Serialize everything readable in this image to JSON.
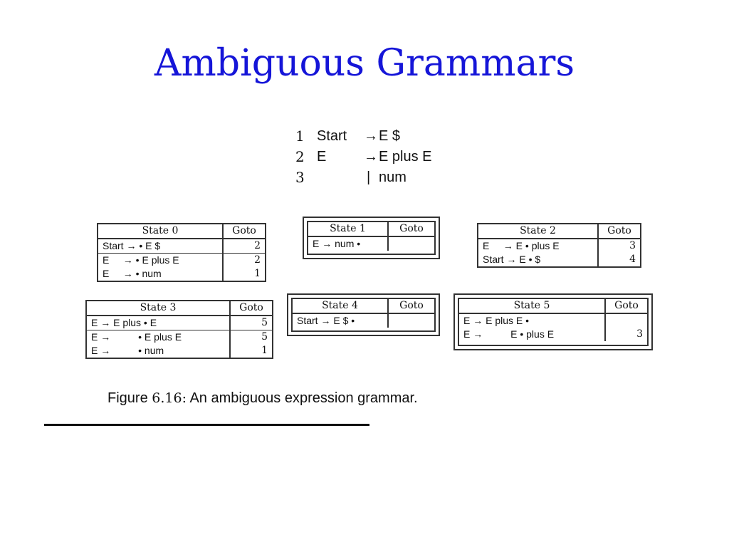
{
  "slide": {
    "title": "Ambiguous Grammars"
  },
  "grammar": [
    {
      "n": "1",
      "lhs": "Start",
      "arrow": "→",
      "rhs": "E  $"
    },
    {
      "n": "2",
      "lhs": "E",
      "arrow": "→",
      "rhs": "E  plus  E"
    },
    {
      "n": "3",
      "lhs": "",
      "arrow": "|",
      "rhs": "num"
    }
  ],
  "states": {
    "s0": {
      "title": "State 0",
      "goto_label": "Goto",
      "rows": [
        {
          "item": "Start → • E $",
          "goto": "2"
        },
        {
          "item": "E     → • E plus E",
          "goto": "2"
        },
        {
          "item": "E     → • num",
          "goto": "1"
        }
      ]
    },
    "s1": {
      "title": "State 1",
      "goto_label": "Goto",
      "rows": [
        {
          "item": "E → num •",
          "goto": ""
        }
      ]
    },
    "s2": {
      "title": "State 2",
      "goto_label": "Goto",
      "rows": [
        {
          "item": "E     → E • plus E",
          "goto": "3"
        },
        {
          "item": "Start → E • $",
          "goto": "4"
        }
      ]
    },
    "s3": {
      "title": "State 3",
      "goto_label": "Goto",
      "rows": [
        {
          "item": "E → E plus • E",
          "goto": "5"
        },
        {
          "item": "E →          • E plus E",
          "goto": "5"
        },
        {
          "item": "E →          • num",
          "goto": "1"
        }
      ]
    },
    "s4": {
      "title": "State 4",
      "goto_label": "Goto",
      "rows": [
        {
          "item": "Start → E $ •",
          "goto": ""
        }
      ]
    },
    "s5": {
      "title": "State 5",
      "goto_label": "Goto",
      "rows": [
        {
          "item": "E → E plus E •",
          "goto": ""
        },
        {
          "item": "E →          E • plus E",
          "goto": "3"
        }
      ]
    }
  },
  "caption": {
    "prefix": "Figure",
    "number": "6.16:",
    "text": "An ambiguous expression grammar."
  }
}
